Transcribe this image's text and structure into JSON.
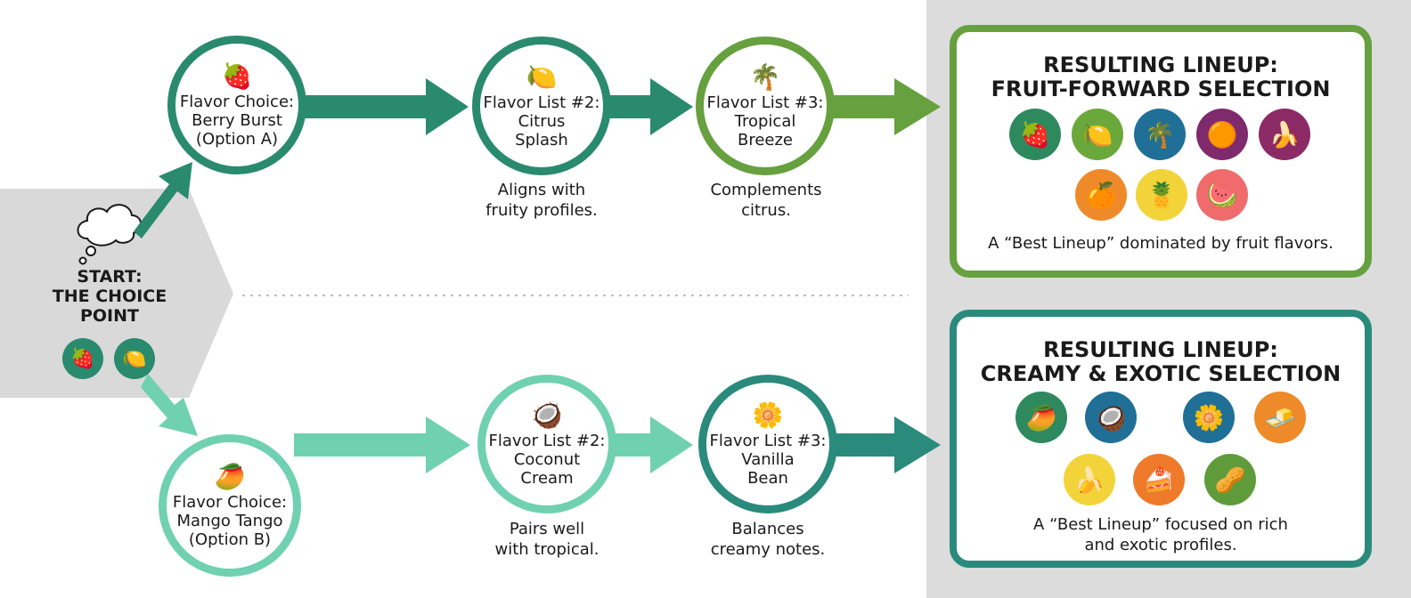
{
  "start": {
    "title_lines": [
      "START:",
      "THE CHOICE",
      "POINT"
    ],
    "icons": [
      {
        "name": "strawberry-icon",
        "glyph": "🍓"
      },
      {
        "name": "citrus-slice-icon",
        "glyph": "🍋"
      }
    ]
  },
  "top_path": {
    "nodes": [
      {
        "icon": "🍓",
        "icon_name": "strawberry-icon",
        "lines": [
          "Flavor Choice:",
          "Berry Burst",
          "(Option A)"
        ]
      },
      {
        "icon": "🍋",
        "icon_name": "lemon-icon",
        "lines": [
          "Flavor List #2:",
          "Citrus",
          "Splash"
        ]
      },
      {
        "icon": "🌴",
        "icon_name": "palm-tree-icon",
        "lines": [
          "Flavor List #3:",
          "Tropical",
          "Breeze"
        ]
      }
    ],
    "notes": [
      {
        "lines": [
          "Aligns with",
          "fruity profiles."
        ]
      },
      {
        "lines": [
          "Complements",
          "citrus."
        ]
      }
    ]
  },
  "bottom_path": {
    "nodes": [
      {
        "icon": "🥭",
        "icon_name": "mango-icon",
        "lines": [
          "Flavor Choice:",
          "Mango Tango",
          "(Option B)"
        ]
      },
      {
        "icon": "🥥",
        "icon_name": "coconut-icon",
        "lines": [
          "Flavor List #2:",
          "Coconut",
          "Cream"
        ]
      },
      {
        "icon": "🌼",
        "icon_name": "vanilla-flower-icon",
        "lines": [
          "Flavor List #3:",
          "Vanilla",
          "Bean"
        ]
      }
    ],
    "notes": [
      {
        "lines": [
          "Pairs well",
          "with tropical."
        ]
      },
      {
        "lines": [
          "Balances",
          "creamy notes."
        ]
      }
    ]
  },
  "results": [
    {
      "title_lines": [
        "RESULTING LINEUP:",
        "FRUIT-FORWARD SELECTION"
      ],
      "border_color": "#66a03f",
      "icons": [
        {
          "name": "strawberry-icon",
          "glyph": "🍓",
          "bg": "#2e8a5e"
        },
        {
          "name": "lemon-icon",
          "glyph": "🍋",
          "bg": "#6aa83b"
        },
        {
          "name": "palm-tree-icon",
          "glyph": "🌴",
          "bg": "#1f6f96"
        },
        {
          "name": "passion-fruit-icon",
          "glyph": "🟠",
          "bg": "#7f2a6d"
        },
        {
          "name": "banana-icon",
          "glyph": "🍌",
          "bg": "#8c2a65"
        },
        {
          "name": "orange-icon",
          "glyph": "🍊",
          "bg": "#ee8a2a"
        },
        {
          "name": "pineapple-icon",
          "glyph": "🍍",
          "bg": "#f2d43a"
        },
        {
          "name": "grapefruit-icon",
          "glyph": "🍉",
          "bg": "#f06b6b"
        }
      ],
      "caption_lines": [
        "A “Best Lineup” dominated by fruit flavors."
      ]
    },
    {
      "title_lines": [
        "RESULTING LINEUP:",
        "CREAMY & EXOTIC SELECTION"
      ],
      "border_color": "#2a8a7c",
      "icons": [
        {
          "name": "mango-icon",
          "glyph": "🥭",
          "bg": "#2e8a5e"
        },
        {
          "name": "coconut-icon",
          "glyph": "🥥",
          "bg": "#1f6f96"
        },
        {
          "name": "vanilla-flower-icon",
          "glyph": "🌼",
          "bg": "#1f6f96"
        },
        {
          "name": "caramel-cubes-icon",
          "glyph": "🧈",
          "bg": "#ee8a2a"
        },
        {
          "name": "banana-icon",
          "glyph": "🍌",
          "bg": "#f2d43a"
        },
        {
          "name": "cheesecake-icon",
          "glyph": "🍰",
          "bg": "#ee7a2a"
        },
        {
          "name": "pistachio-icon",
          "glyph": "🥜",
          "bg": "#5f9b3a"
        }
      ],
      "caption_lines": [
        "A “Best Lineup” focused on rich",
        "and exotic profiles."
      ]
    }
  ],
  "colors": {
    "dark_teal": "#2a8a6e",
    "green": "#66a03f",
    "mint": "#6fd1b0",
    "deep_teal": "#2a8a7c",
    "start_bg": "#d9d9d9",
    "right_bg": "#dcdcdc"
  }
}
